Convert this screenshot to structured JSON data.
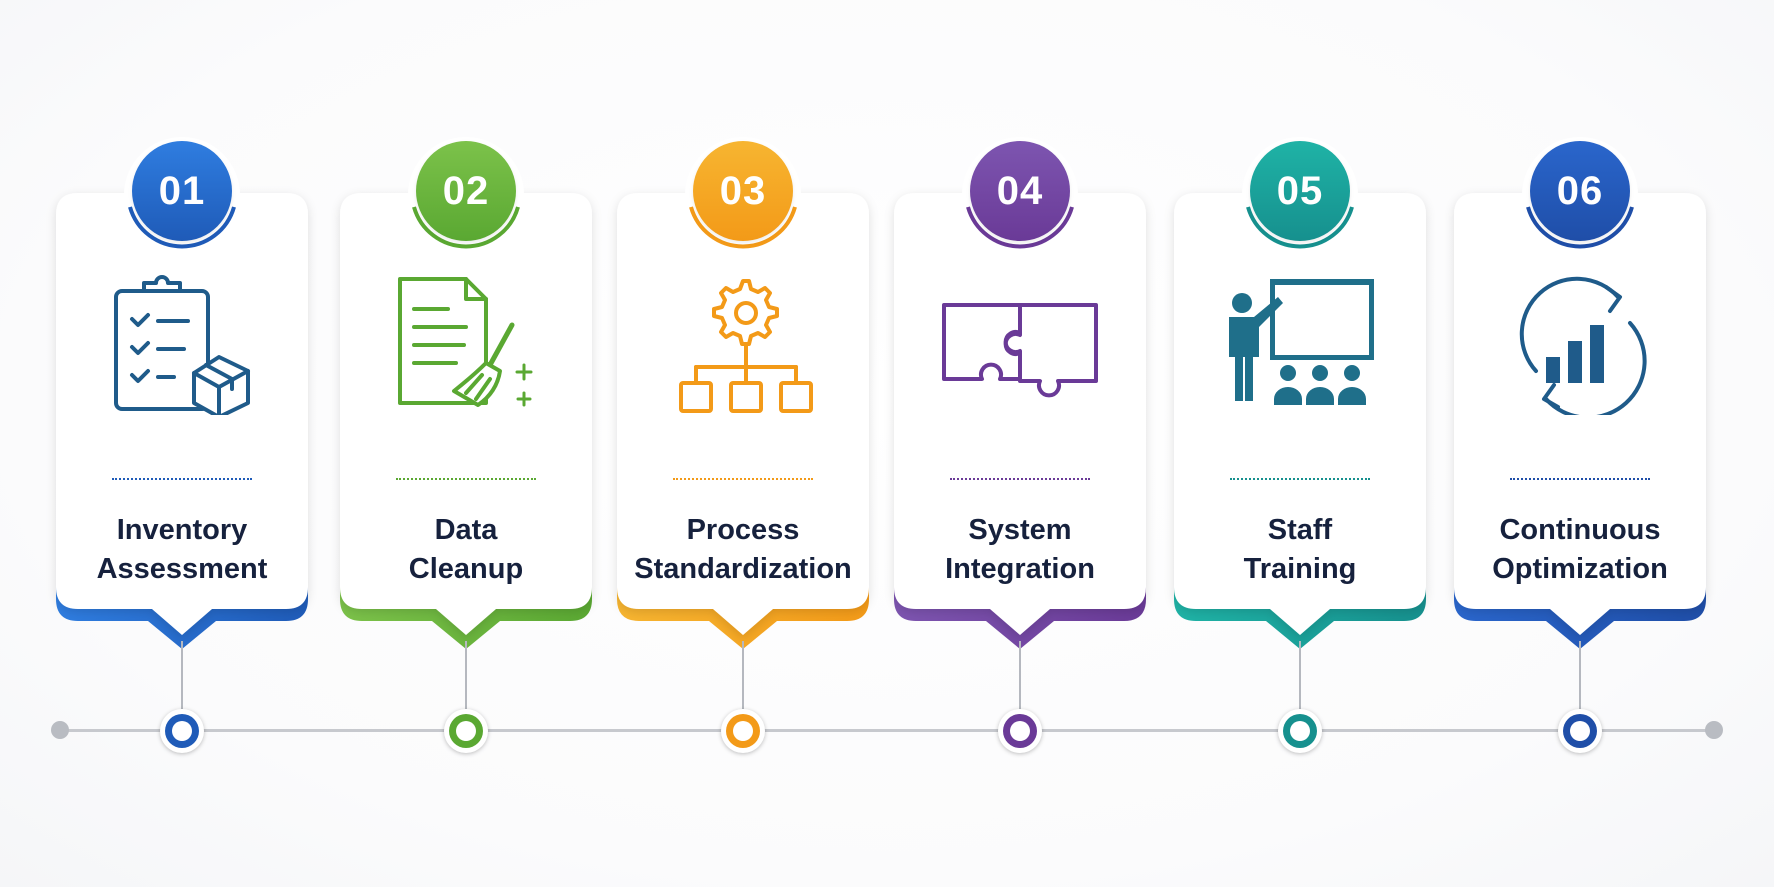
{
  "steps": [
    {
      "number": "01",
      "line1": "Inventory",
      "line2": "Assessment",
      "icon": "clipboard-box-icon",
      "color": "#1f5bb8",
      "color2": "#2f7de0"
    },
    {
      "number": "02",
      "line1": "Data",
      "line2": "Cleanup",
      "icon": "document-broom-icon",
      "color": "#5aa832",
      "color2": "#7cc24a"
    },
    {
      "number": "03",
      "line1": "Process",
      "line2": "Standardization",
      "icon": "gear-hierarchy-icon",
      "color": "#f39a18",
      "color2": "#f7b531"
    },
    {
      "number": "04",
      "line1": "System",
      "line2": "Integration",
      "icon": "puzzle-pieces-icon",
      "color": "#6a3a97",
      "color2": "#7d55b0"
    },
    {
      "number": "05",
      "line1": "Staff",
      "line2": "Training",
      "icon": "presenter-audience-icon",
      "color": "#16908e",
      "color2": "#1fb3a6"
    },
    {
      "number": "06",
      "line1": "Continuous",
      "line2": "Optimization",
      "icon": "cycle-chart-icon",
      "color": "#1f4ea8",
      "color2": "#2a66cc"
    }
  ],
  "colors": {
    "label_text": "#16213d",
    "timeline": "#c7c9ce",
    "icon_blue": "#1f5b8a"
  }
}
